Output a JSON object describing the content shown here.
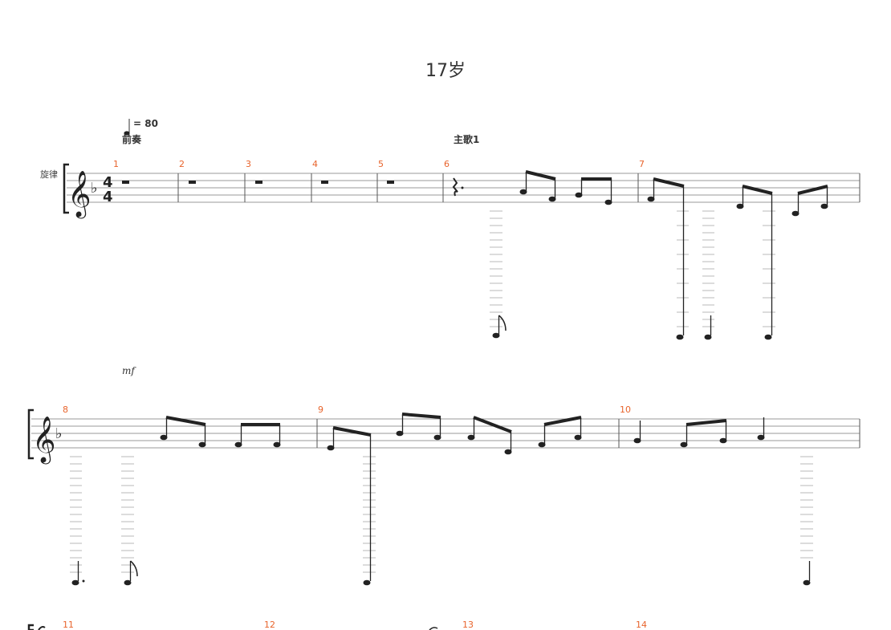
{
  "title": "17岁",
  "tempo": "= 80",
  "instrument": "旋律",
  "sections": {
    "intro": "前奏",
    "verse1": "主歌1"
  },
  "key_signature": "F",
  "time_signature": {
    "top": "4",
    "bottom": "4"
  },
  "dynamics": "mf",
  "measure_numbers": [
    "1",
    "2",
    "3",
    "4",
    "5",
    "6",
    "7",
    "8",
    "9",
    "10",
    "11",
    "12",
    "13",
    "14"
  ]
}
